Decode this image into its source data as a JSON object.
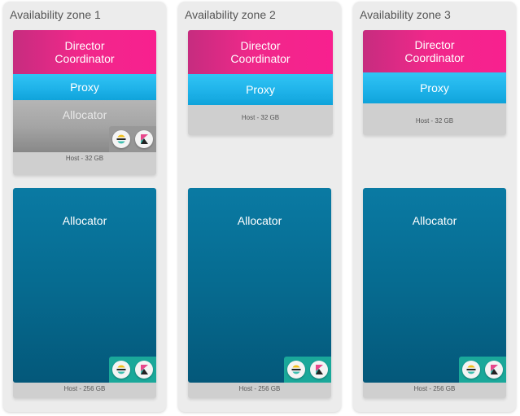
{
  "colors": {
    "zone_bg": "#ececec",
    "host_bg": "#cfcfcf",
    "director": "#f0288a",
    "proxy": "#1db1e8",
    "allocator_gray": "#a5a5a5",
    "allocator_blue": "#066b90",
    "tray_teal": "#1aa89a"
  },
  "zones": [
    {
      "title": "Availability zone 1",
      "small_host": {
        "director_line1": "Director",
        "director_line2": "Coordinator",
        "proxy": "Proxy",
        "allocator": "Allocator",
        "host_label": "Host - 32 GB",
        "icons": [
          "elasticsearch-icon",
          "kibana-icon"
        ]
      },
      "big_host": {
        "allocator": "Allocator",
        "host_label": "Host - 256 GB",
        "icons": [
          "elasticsearch-icon",
          "kibana-icon"
        ]
      }
    },
    {
      "title": "Availability zone 2",
      "small_host": {
        "director_line1": "Director",
        "director_line2": "Coordinator",
        "proxy": "Proxy",
        "host_label": "Host - 32 GB"
      },
      "big_host": {
        "allocator": "Allocator",
        "host_label": "Host - 256 GB",
        "icons": [
          "elasticsearch-icon",
          "kibana-icon"
        ]
      }
    },
    {
      "title": "Availability zone 3",
      "small_host": {
        "director_line1": "Director",
        "director_line2": "Coordinator",
        "proxy": "Proxy",
        "host_label": "Host - 32 GB"
      },
      "big_host": {
        "allocator": "Allocator",
        "host_label": "Host - 256 GB",
        "icons": [
          "elasticsearch-icon",
          "kibana-icon"
        ]
      }
    }
  ]
}
